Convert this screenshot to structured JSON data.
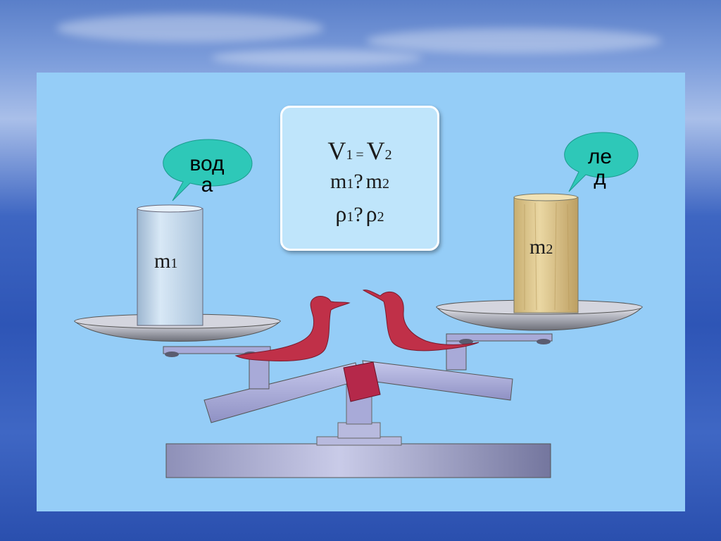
{
  "formula": {
    "line1": {
      "a": "V",
      "a_sub": "1",
      "eq": "=",
      "b": "V",
      "b_sub": "2"
    },
    "line2": {
      "a": "m",
      "a_sub": "1",
      "q": "?",
      "b": "m",
      "b_sub": "2"
    },
    "line3": {
      "a": "ρ",
      "a_sub": "1",
      "q": "?",
      "b": "ρ",
      "b_sub": "2"
    }
  },
  "left_object": {
    "mass_symbol": "m",
    "mass_sub": "1",
    "bubble_line1": "вод",
    "bubble_line2": "а"
  },
  "right_object": {
    "mass_symbol": "m",
    "mass_sub": "2",
    "bubble_line1": "ле",
    "bubble_line2": "д"
  },
  "colors": {
    "panel": "#95cdf7",
    "bubble": "#2ec8b8",
    "water_cylinder": "#c8dcf0",
    "ice_cylinder": "#d9c48e",
    "bird": "#c03048",
    "scale_metal": "#a8aad8"
  }
}
